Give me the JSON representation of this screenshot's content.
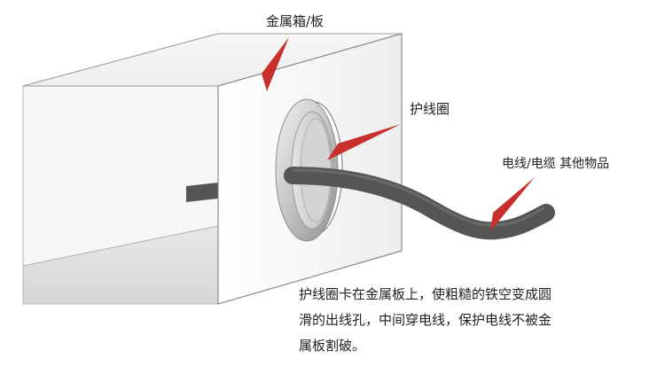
{
  "labels": {
    "box": "金属箱/板",
    "grommet": "护线圈",
    "cable": "电线/电缆 其他物品"
  },
  "description": {
    "lines": [
      "护线圈卡在金属板上，使粗糙的铁空变成圆",
      "滑的出线孔，中间穿电线，保护电线不被金",
      "属板割破。"
    ]
  },
  "colors": {
    "arrow": "#c9302c",
    "cable": "#555555",
    "grommet_ring": "#c4c4c4",
    "box_edge": "#8a8a8a"
  }
}
